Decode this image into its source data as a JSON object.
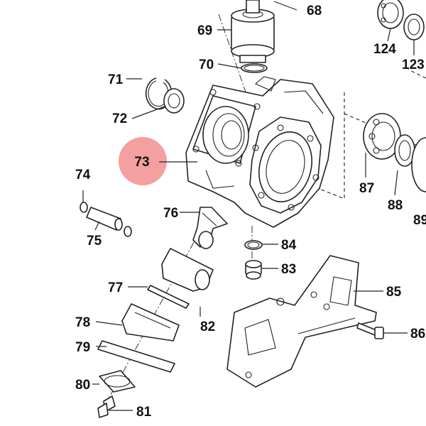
{
  "highlight": {
    "label": "73",
    "color": "#f08080"
  },
  "labels": [
    {
      "id": "68",
      "text": "68"
    },
    {
      "id": "69",
      "text": "69"
    },
    {
      "id": "70",
      "text": "70"
    },
    {
      "id": "71",
      "text": "71"
    },
    {
      "id": "72",
      "text": "72"
    },
    {
      "id": "74",
      "text": "74"
    },
    {
      "id": "75",
      "text": "75"
    },
    {
      "id": "76",
      "text": "76"
    },
    {
      "id": "77",
      "text": "77"
    },
    {
      "id": "78",
      "text": "78"
    },
    {
      "id": "79",
      "text": "79"
    },
    {
      "id": "80",
      "text": "80"
    },
    {
      "id": "81",
      "text": "81"
    },
    {
      "id": "82",
      "text": "82"
    },
    {
      "id": "83",
      "text": "83"
    },
    {
      "id": "84",
      "text": "84"
    },
    {
      "id": "85",
      "text": "85"
    },
    {
      "id": "86",
      "text": "86"
    },
    {
      "id": "87",
      "text": "87"
    },
    {
      "id": "88",
      "text": "88"
    },
    {
      "id": "89",
      "text": "89"
    },
    {
      "id": "123",
      "text": "123"
    },
    {
      "id": "124",
      "text": "124"
    }
  ]
}
